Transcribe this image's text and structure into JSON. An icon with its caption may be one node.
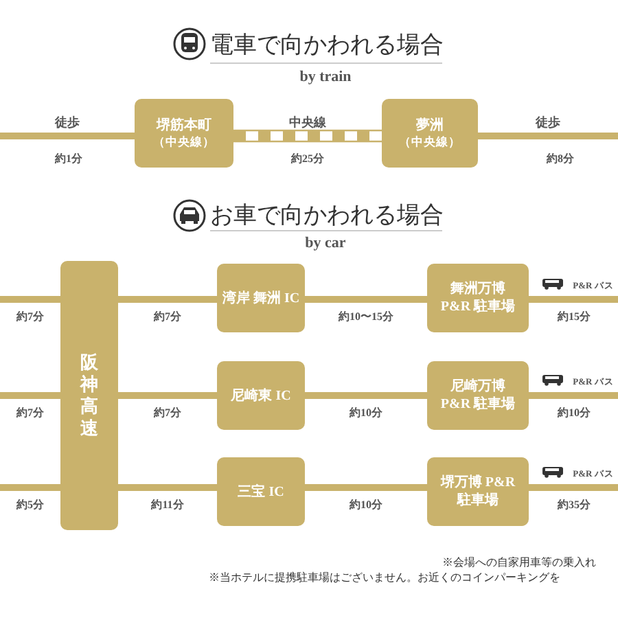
{
  "diagram": {
    "title": "電車で向かわれる場合",
    "nodes": [
      {
        "text": [
          "堺筋本町",
          "（中央線）"
        ]
      },
      {
        "text": [
          "夢洲",
          "（中央線）"
        ]
      },
      {
        "text": [
          "阪神高速"
        ]
      },
      {
        "text": [
          "湾岸 舞洲 IC"
        ]
      },
      {
        "text": [
          "舞洲万博 P&R 駐車場"
        ]
      },
      {
        "text": [
          "尼崎東 IC"
        ]
      },
      {
        "text": [
          "尼崎万博 P&R 駐車場"
        ]
      },
      {
        "text": [
          "三宝 IC"
        ]
      },
      {
        "text": [
          "堺万博 P&R 駐車場"
        ]
      }
    ],
    "edges": [
      {
        "from": null,
        "to": 0,
        "arrow": "none",
        "label": "徒歩"
      },
      {
        "from": 0,
        "to": 1,
        "arrow": "none",
        "label": "中央線",
        "style": "dashed"
      },
      {
        "from": 1,
        "to": null,
        "arrow": "none",
        "label": "徒歩"
      },
      {
        "from": null,
        "to": 2,
        "arrow": "none",
        "label": "約7分"
      },
      {
        "from": null,
        "to": 2,
        "arrow": "none",
        "label": "約7分"
      },
      {
        "from": null,
        "to": 2,
        "arrow": "none",
        "label": "約5分"
      },
      {
        "from": 2,
        "to": 3,
        "arrow": "none",
        "label": "約7分"
      },
      {
        "from": 2,
        "to": 5,
        "arrow": "none",
        "label": "約7分"
      },
      {
        "from": 2,
        "to": 7,
        "arrow": "none",
        "label": "約11分"
      },
      {
        "from": 3,
        "to": 4,
        "arrow": "none",
        "label": "約10〜15分"
      },
      {
        "from": 5,
        "to": 6,
        "arrow": "none",
        "label": "約10分"
      },
      {
        "from": 7,
        "to": 8,
        "arrow": "none",
        "label": "約10分"
      },
      {
        "from": 4,
        "to": null,
        "arrow": "none",
        "label": "P&R バス"
      },
      {
        "from": 6,
        "to": null,
        "arrow": "none",
        "label": "P&R バス"
      },
      {
        "from": 8,
        "to": null,
        "arrow": "none",
        "label": "P&R バス"
      }
    ],
    "labels": [
      "by train",
      "約1分",
      "約25分",
      "約8分",
      "お車で向かわれる場合",
      "by car",
      "約15分",
      "約10分",
      "約35分",
      "※会場への自家用車等の乗入れ",
      "※当ホテルに提携駐車場はございません。お近くのコインパーキングを"
    ]
  }
}
